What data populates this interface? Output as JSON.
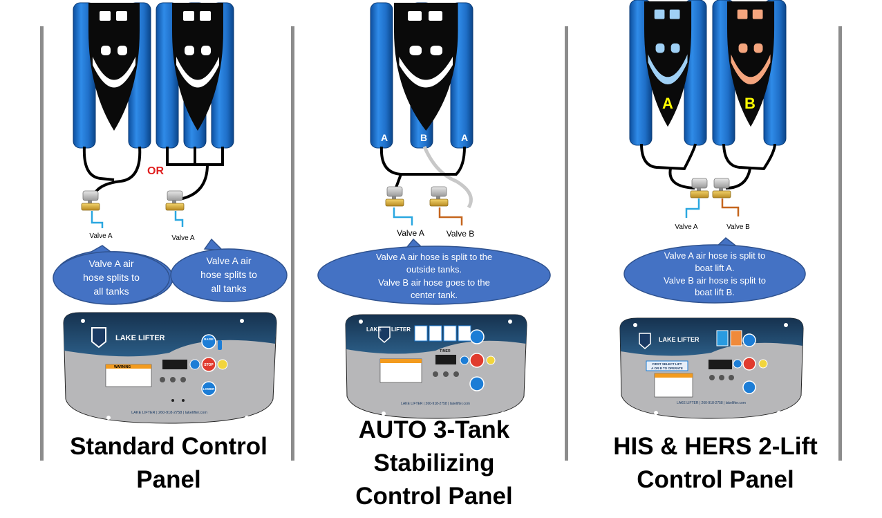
{
  "sections": [
    {
      "caption": [
        "Standard Control",
        "Panel"
      ],
      "or_label": "OR",
      "valve_labels": [
        "Valve A",
        "Valve A"
      ],
      "bubbles": [
        [
          "Valve A air",
          "hose splits to",
          "all tanks"
        ],
        [
          "Valve A air",
          "hose splits to",
          "all tanks"
        ]
      ]
    },
    {
      "caption": [
        "AUTO 3-Tank",
        "Stabilizing",
        "Control Panel"
      ],
      "tank_labels": [
        "A",
        "B",
        "A"
      ],
      "valve_labels": [
        "Valve A",
        "Valve B"
      ],
      "bubble": [
        "Valve A air hose is split to the",
        "outside tanks.",
        "Valve B air hose goes to the",
        "center tank."
      ]
    },
    {
      "caption": [
        "HIS & HERS 2-Lift",
        "Control Panel"
      ],
      "boat_labels": [
        "A",
        "B"
      ],
      "valve_labels": [
        "Valve A",
        "Valve B"
      ],
      "bubble": [
        "Valve A air hose is split to",
        "boat lift A.",
        "Valve B air hose is split to",
        "boat lift B."
      ]
    }
  ],
  "panel": {
    "brand": "LAKE LIFTER",
    "raise": "RAISE",
    "stop": "STOP",
    "lower": "LOWER",
    "timer": "TIMER",
    "warning": "WARNING",
    "footer": "LAKE LIFTER | 260-918-2758 | lakelifter.com",
    "first_select": [
      "FIRST SELECT LIFT",
      "A OR B TO OPERATE"
    ]
  },
  "colors": {
    "tank_blue": "#1f6fc8",
    "bubble_blue": "#4472c4",
    "valve_a_line": "#2aa7e0",
    "valve_b_line": "#c5651d",
    "boat_a_accent": "#9fd0f5",
    "boat_b_accent": "#f4a57e",
    "or_red": "#e02020",
    "label_yellow": "#ffff00"
  }
}
